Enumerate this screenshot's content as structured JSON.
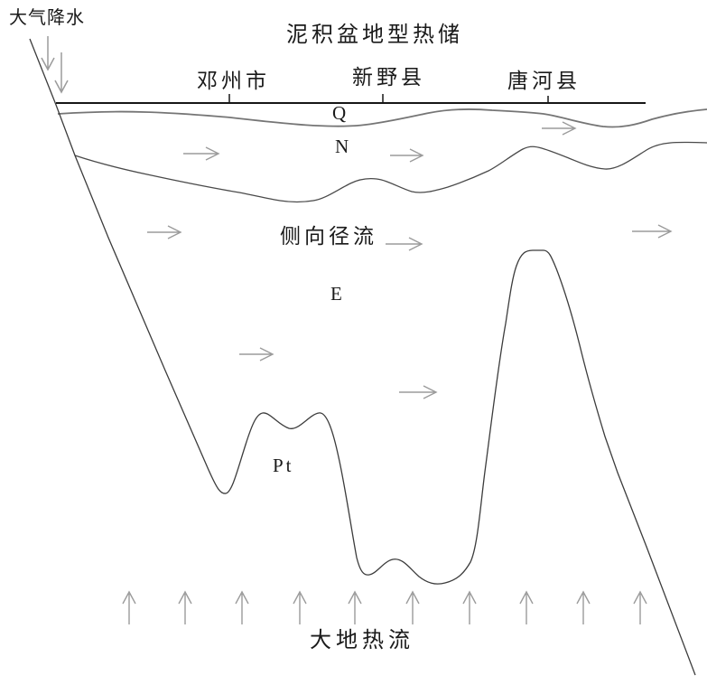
{
  "diagram": {
    "title": "泥积盆地型热储",
    "precipitation_label": "大气降水",
    "lateral_flow_label": "侧向径流",
    "heat_flow_label": "大地热流",
    "cities": [
      "邓州市",
      "新野县",
      "唐河县"
    ],
    "layers": [
      {
        "id": "quaternary",
        "label": "Q"
      },
      {
        "id": "neogene",
        "label": "N"
      },
      {
        "id": "paleogene",
        "label": "E"
      },
      {
        "id": "proterozoic-basement",
        "label": "Pt"
      }
    ],
    "arrow_counts": {
      "precipitation_down_arrows": 2,
      "lateral_flow_right_arrows": 8,
      "heat_flow_up_arrows": 10
    },
    "colors": {
      "background": "#ffffff",
      "text": "#1a1a1a",
      "surface_line": "#161616",
      "quaternary_base_line": "#757575",
      "stratum_line": "#4a4a4a",
      "arrow": "#9b9b9b"
    }
  }
}
